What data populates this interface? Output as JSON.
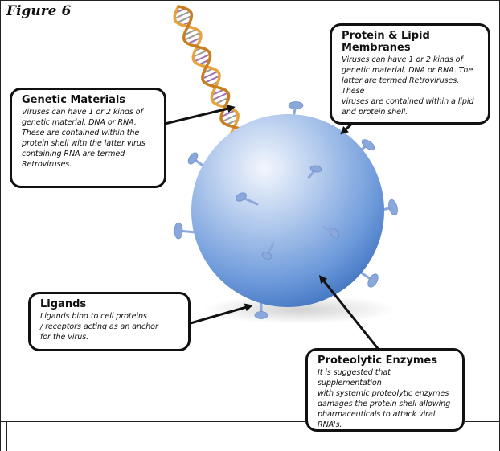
{
  "figure_label": "Figure 6",
  "callouts": {
    "genetic": {
      "title": "Genetic Materials",
      "lines": [
        "Viruses can have 1 or 2 kinds of",
        "genetic material, DNA or RNA.",
        "These are contained within the",
        "protein shell with the latter virus",
        "containing RNA  are termed",
        "Retroviruses."
      ]
    },
    "membranes": {
      "title": "Protein & Lipid Membranes",
      "lines": [
        "Viruses can have 1 or 2 kinds of",
        "genetic material, DNA or RNA. The",
        "latter are termed Retroviruses. These",
        "viruses are contained within a lipid",
        "and protein shell."
      ]
    },
    "ligands": {
      "title": "Ligands",
      "lines": [
        "Ligands bind to cell proteins",
        "/ receptors acting as an anchor",
        "for the virus."
      ]
    },
    "enzymes": {
      "title": "Proteolytic Enzymes",
      "lines": [
        "It is suggested that supplementation",
        "with systemic proteolytic enzymes",
        "damages the protein shell allowing",
        " pharmaceuticals to attack viral",
        "RNA's."
      ]
    }
  },
  "colors": {
    "virus_light": "#eef4fc",
    "virus_mid": "#7fa8df",
    "virus_dark": "#3e74c2",
    "ligand": "#8aa8dc",
    "dna_orange": "#e8a23c",
    "dna_purple": "#a070b0",
    "outline": "#111111"
  }
}
